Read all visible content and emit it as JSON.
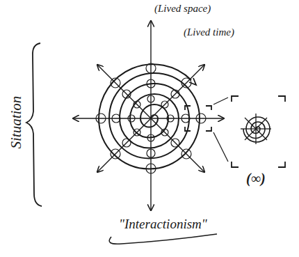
{
  "diagram": {
    "labels": [
      "(Lived space)",
      "(Lived time)",
      "Situation",
      "\"Interactionism\"",
      "(∞)"
    ]
  }
}
